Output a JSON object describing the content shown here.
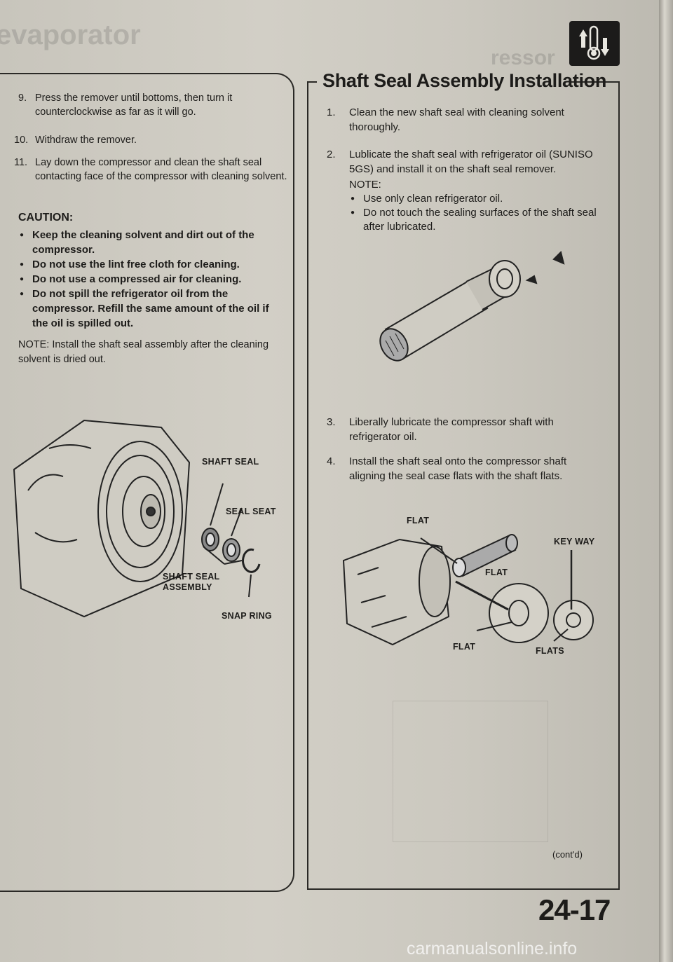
{
  "icon": {
    "name": "thermometer-arrows-icon"
  },
  "left": {
    "steps": [
      {
        "num": "9.",
        "text": "Press the remover until bottoms, then turn it counterclockwise as far as it will go."
      },
      {
        "num": "10.",
        "text": "Withdraw the remover."
      },
      {
        "num": "11.",
        "text": "Lay down the compressor and clean the shaft seal contacting face of the compressor with cleaning solvent."
      }
    ],
    "caution_title": "CAUTION:",
    "caution_items": [
      "Keep the cleaning solvent and dirt out of the compressor.",
      "Do not use the lint free cloth for cleaning.",
      "Do not use a compressed air for cleaning.",
      "Do not spill the refrigerator oil from the compressor. Refill the same amount of the oil if the oil is spilled out."
    ],
    "note": "NOTE: Install the shaft seal assembly after the cleaning solvent is dried out.",
    "figure_labels": {
      "shaft_seal": "SHAFT SEAL",
      "seal_seat": "SEAL SEAT",
      "shaft_seal_assembly": "SHAFT SEAL ASSEMBLY",
      "snap_ring": "SNAP RING"
    }
  },
  "right": {
    "title": "Shaft Seal Assembly Installation",
    "steps": [
      {
        "num": "1.",
        "text": "Clean the new shaft seal with cleaning solvent thoroughly."
      },
      {
        "num": "2.",
        "text": "Lublicate the shaft seal with refrigerator oil (SUNISO 5GS) and install it on the shaft seal remover."
      }
    ],
    "note_title": "NOTE:",
    "note_items": [
      "Use only clean refrigerator oil.",
      "Do not touch the sealing surfaces of the shaft seal after lubricated."
    ],
    "steps2": [
      {
        "num": "3.",
        "text": "Liberally lubricate the compressor shaft with refrigerator oil."
      },
      {
        "num": "4.",
        "text": "Install the shaft seal onto the compressor shaft aligning the seal case flats with the shaft flats."
      }
    ],
    "figure_labels": {
      "flat_top": "FLAT",
      "key_way": "KEY WAY",
      "flat_mid": "FLAT",
      "flat_bottom": "FLAT",
      "flats": "FLATS"
    },
    "contd": "(cont'd)"
  },
  "page_number": "24-17",
  "watermark": "carmanualsonline.info"
}
